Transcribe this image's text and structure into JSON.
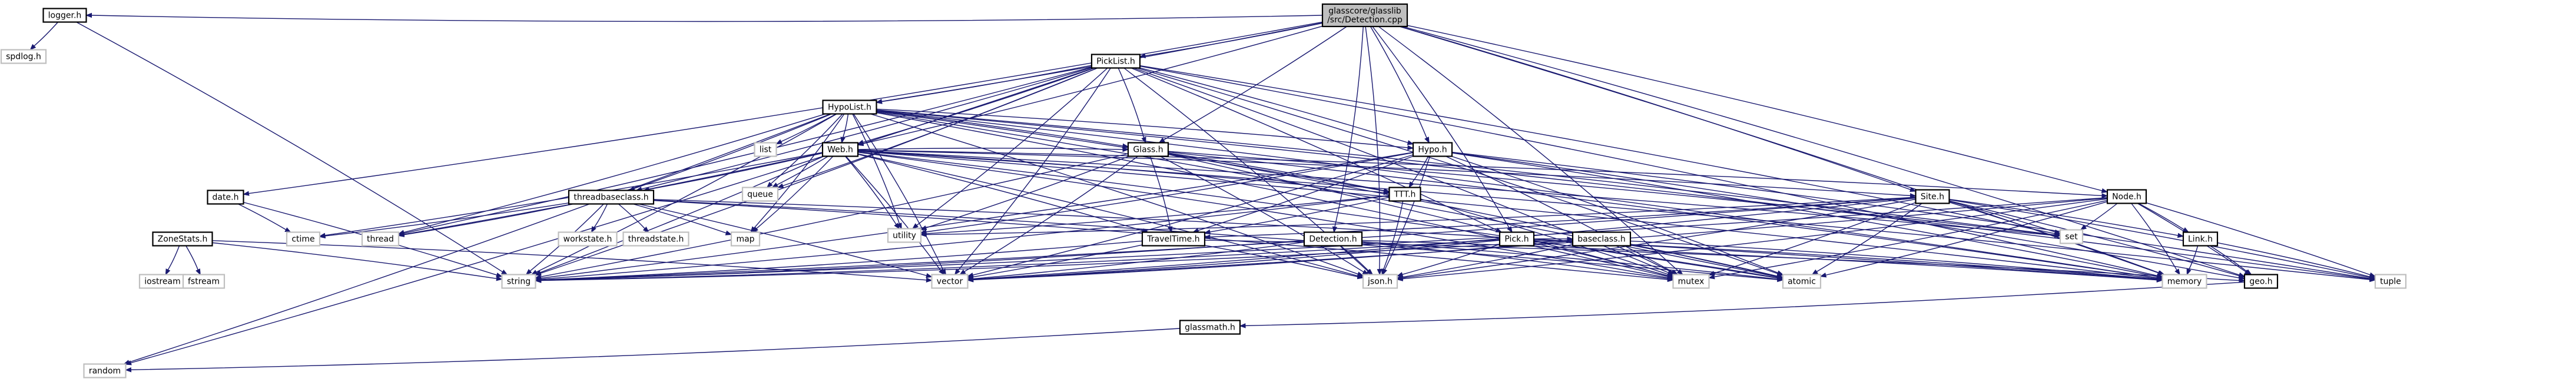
{
  "colors": {
    "edge": "#191970",
    "node_border": "#000000",
    "node_fill": "#ffffff",
    "root_fill": "#bfbfbf",
    "leaf_border": "#bfbfbf"
  },
  "nodes": [
    {
      "id": "root",
      "label": [
        "glasscore/glasslib",
        "/src/Detection.cpp"
      ],
      "kind": "root"
    },
    {
      "id": "logger",
      "label": [
        "logger.h"
      ],
      "kind": "header"
    },
    {
      "id": "spdlog",
      "label": [
        "spdlog.h"
      ],
      "kind": "system"
    },
    {
      "id": "picklist",
      "label": [
        "PickList.h"
      ],
      "kind": "header"
    },
    {
      "id": "hypolist",
      "label": [
        "HypoList.h"
      ],
      "kind": "header"
    },
    {
      "id": "web",
      "label": [
        "Web.h"
      ],
      "kind": "header"
    },
    {
      "id": "glass",
      "label": [
        "Glass.h"
      ],
      "kind": "header"
    },
    {
      "id": "hypo",
      "label": [
        "Hypo.h"
      ],
      "kind": "header"
    },
    {
      "id": "date",
      "label": [
        "date.h"
      ],
      "kind": "header"
    },
    {
      "id": "ttt",
      "label": [
        "TTT.h"
      ],
      "kind": "header"
    },
    {
      "id": "site",
      "label": [
        "Site.h"
      ],
      "kind": "header"
    },
    {
      "id": "node",
      "label": [
        "Node.h"
      ],
      "kind": "header"
    },
    {
      "id": "threadbaseclass",
      "label": [
        "threadbaseclass.h"
      ],
      "kind": "header"
    },
    {
      "id": "zonestats",
      "label": [
        "ZoneStats.h"
      ],
      "kind": "header"
    },
    {
      "id": "traveltime",
      "label": [
        "TravelTime.h"
      ],
      "kind": "header"
    },
    {
      "id": "detection",
      "label": [
        "Detection.h"
      ],
      "kind": "header"
    },
    {
      "id": "pick",
      "label": [
        "Pick.h"
      ],
      "kind": "header"
    },
    {
      "id": "baseclass",
      "label": [
        "baseclass.h"
      ],
      "kind": "header"
    },
    {
      "id": "link",
      "label": [
        "Link.h"
      ],
      "kind": "header"
    },
    {
      "id": "geo",
      "label": [
        "geo.h"
      ],
      "kind": "header"
    },
    {
      "id": "glassmath",
      "label": [
        "glassmath.h"
      ],
      "kind": "header"
    },
    {
      "id": "workstate",
      "label": [
        "workstate.h"
      ],
      "kind": "system"
    },
    {
      "id": "threadstate",
      "label": [
        "threadstate.h"
      ],
      "kind": "system"
    },
    {
      "id": "list",
      "label": [
        "list"
      ],
      "kind": "system"
    },
    {
      "id": "queue",
      "label": [
        "queue"
      ],
      "kind": "system"
    },
    {
      "id": "thread",
      "label": [
        "thread"
      ],
      "kind": "system"
    },
    {
      "id": "map",
      "label": [
        "map"
      ],
      "kind": "system"
    },
    {
      "id": "ctime",
      "label": [
        "ctime"
      ],
      "kind": "system"
    },
    {
      "id": "utility",
      "label": [
        "utility"
      ],
      "kind": "system"
    },
    {
      "id": "set",
      "label": [
        "set"
      ],
      "kind": "system"
    },
    {
      "id": "iostream",
      "label": [
        "iostream"
      ],
      "kind": "system"
    },
    {
      "id": "fstream",
      "label": [
        "fstream"
      ],
      "kind": "system"
    },
    {
      "id": "string",
      "label": [
        "string"
      ],
      "kind": "system"
    },
    {
      "id": "vector",
      "label": [
        "vector"
      ],
      "kind": "system"
    },
    {
      "id": "json",
      "label": [
        "json.h"
      ],
      "kind": "system"
    },
    {
      "id": "mutex",
      "label": [
        "mutex"
      ],
      "kind": "system"
    },
    {
      "id": "atomic",
      "label": [
        "atomic"
      ],
      "kind": "system"
    },
    {
      "id": "memory",
      "label": [
        "memory"
      ],
      "kind": "system"
    },
    {
      "id": "tuple",
      "label": [
        "tuple"
      ],
      "kind": "system"
    },
    {
      "id": "random",
      "label": [
        "random"
      ],
      "kind": "system"
    }
  ],
  "edges": [
    [
      "root",
      "logger"
    ],
    [
      "root",
      "picklist"
    ],
    [
      "root",
      "hypolist"
    ],
    [
      "root",
      "web"
    ],
    [
      "root",
      "glass"
    ],
    [
      "root",
      "hypo"
    ],
    [
      "root",
      "date"
    ],
    [
      "root",
      "site"
    ],
    [
      "root",
      "node"
    ],
    [
      "root",
      "detection"
    ],
    [
      "root",
      "pick"
    ],
    [
      "root",
      "geo"
    ],
    [
      "root",
      "json"
    ],
    [
      "root",
      "mutex"
    ],
    [
      "root",
      "memory"
    ],
    [
      "logger",
      "spdlog"
    ],
    [
      "logger",
      "string"
    ],
    [
      "picklist",
      "hypolist"
    ],
    [
      "picklist",
      "glass"
    ],
    [
      "picklist",
      "web"
    ],
    [
      "picklist",
      "hypo"
    ],
    [
      "picklist",
      "threadbaseclass"
    ],
    [
      "picklist",
      "pick"
    ],
    [
      "picklist",
      "string"
    ],
    [
      "picklist",
      "vector"
    ],
    [
      "picklist",
      "utility"
    ],
    [
      "picklist",
      "thread"
    ],
    [
      "picklist",
      "queue"
    ],
    [
      "picklist",
      "set"
    ],
    [
      "picklist",
      "mutex"
    ],
    [
      "picklist",
      "atomic"
    ],
    [
      "picklist",
      "memory"
    ],
    [
      "picklist",
      "random"
    ],
    [
      "picklist",
      "json"
    ],
    [
      "hypolist",
      "glass"
    ],
    [
      "hypolist",
      "web"
    ],
    [
      "hypolist",
      "hypo"
    ],
    [
      "hypolist",
      "threadbaseclass"
    ],
    [
      "hypolist",
      "list"
    ],
    [
      "hypolist",
      "queue"
    ],
    [
      "hypolist",
      "map"
    ],
    [
      "hypolist",
      "thread"
    ],
    [
      "hypolist",
      "string"
    ],
    [
      "hypolist",
      "vector"
    ],
    [
      "hypolist",
      "utility"
    ],
    [
      "hypolist",
      "set"
    ],
    [
      "hypolist",
      "mutex"
    ],
    [
      "hypolist",
      "memory"
    ],
    [
      "hypolist",
      "random"
    ],
    [
      "hypolist",
      "json"
    ],
    [
      "hypolist",
      "ttt"
    ],
    [
      "hypolist",
      "tuple"
    ],
    [
      "hypolist",
      "atomic"
    ],
    [
      "web",
      "threadbaseclass"
    ],
    [
      "web",
      "glass"
    ],
    [
      "web",
      "site"
    ],
    [
      "web",
      "node"
    ],
    [
      "web",
      "ttt"
    ],
    [
      "web",
      "traveltime"
    ],
    [
      "web",
      "queue"
    ],
    [
      "web",
      "map"
    ],
    [
      "web",
      "thread"
    ],
    [
      "web",
      "string"
    ],
    [
      "web",
      "vector"
    ],
    [
      "web",
      "utility"
    ],
    [
      "web",
      "mutex"
    ],
    [
      "web",
      "memory"
    ],
    [
      "web",
      "tuple"
    ],
    [
      "web",
      "json"
    ],
    [
      "web",
      "ctime"
    ],
    [
      "web",
      "atomic"
    ],
    [
      "web",
      "set"
    ],
    [
      "glass",
      "ttt"
    ],
    [
      "glass",
      "traveltime"
    ],
    [
      "glass",
      "json"
    ],
    [
      "glass",
      "vector"
    ],
    [
      "glass",
      "string"
    ],
    [
      "glass",
      "mutex"
    ],
    [
      "glass",
      "memory"
    ],
    [
      "glass",
      "atomic"
    ],
    [
      "glass",
      "set"
    ],
    [
      "glass",
      "utility"
    ],
    [
      "hypo",
      "ttt"
    ],
    [
      "hypo",
      "traveltime"
    ],
    [
      "hypo",
      "json"
    ],
    [
      "hypo",
      "vector"
    ],
    [
      "hypo",
      "string"
    ],
    [
      "hypo",
      "mutex"
    ],
    [
      "hypo",
      "memory"
    ],
    [
      "hypo",
      "tuple"
    ],
    [
      "hypo",
      "geo"
    ],
    [
      "hypo",
      "atomic"
    ],
    [
      "hypo",
      "utility"
    ],
    [
      "date",
      "ctime"
    ],
    [
      "date",
      "string"
    ],
    [
      "ttt",
      "traveltime"
    ],
    [
      "ttt",
      "string"
    ],
    [
      "ttt",
      "mutex"
    ],
    [
      "ttt",
      "json"
    ],
    [
      "ttt",
      "utility"
    ],
    [
      "site",
      "traveltime"
    ],
    [
      "site",
      "link"
    ],
    [
      "site",
      "geo"
    ],
    [
      "site",
      "string"
    ],
    [
      "site",
      "vector"
    ],
    [
      "site",
      "mutex"
    ],
    [
      "site",
      "memory"
    ],
    [
      "site",
      "json"
    ],
    [
      "site",
      "atomic"
    ],
    [
      "site",
      "set"
    ],
    [
      "site",
      "utility"
    ],
    [
      "site",
      "tuple"
    ],
    [
      "node",
      "link"
    ],
    [
      "node",
      "geo"
    ],
    [
      "node",
      "string"
    ],
    [
      "node",
      "vector"
    ],
    [
      "node",
      "mutex"
    ],
    [
      "node",
      "memory"
    ],
    [
      "node",
      "json"
    ],
    [
      "node",
      "atomic"
    ],
    [
      "node",
      "set"
    ],
    [
      "node",
      "tuple"
    ],
    [
      "threadbaseclass",
      "workstate"
    ],
    [
      "threadbaseclass",
      "threadstate"
    ],
    [
      "threadbaseclass",
      "thread"
    ],
    [
      "threadbaseclass",
      "map"
    ],
    [
      "threadbaseclass",
      "string"
    ],
    [
      "threadbaseclass",
      "vector"
    ],
    [
      "threadbaseclass",
      "mutex"
    ],
    [
      "threadbaseclass",
      "atomic"
    ],
    [
      "threadbaseclass",
      "ctime"
    ],
    [
      "threadbaseclass",
      "memory"
    ],
    [
      "zonestats",
      "iostream"
    ],
    [
      "zonestats",
      "fstream"
    ],
    [
      "zonestats",
      "string"
    ],
    [
      "zonestats",
      "vector"
    ],
    [
      "traveltime",
      "string"
    ],
    [
      "traveltime",
      "vector"
    ],
    [
      "traveltime",
      "json"
    ],
    [
      "traveltime",
      "geo"
    ],
    [
      "detection",
      "json"
    ],
    [
      "detection",
      "string"
    ],
    [
      "detection",
      "vector"
    ],
    [
      "detection",
      "memory"
    ],
    [
      "detection",
      "mutex"
    ],
    [
      "detection",
      "atomic"
    ],
    [
      "pick",
      "json"
    ],
    [
      "pick",
      "string"
    ],
    [
      "pick",
      "vector"
    ],
    [
      "pick",
      "memory"
    ],
    [
      "pick",
      "mutex"
    ],
    [
      "pick",
      "atomic"
    ],
    [
      "pick",
      "baseclass"
    ],
    [
      "baseclass",
      "json"
    ],
    [
      "baseclass",
      "string"
    ],
    [
      "baseclass",
      "vector"
    ],
    [
      "baseclass",
      "memory"
    ],
    [
      "baseclass",
      "mutex"
    ],
    [
      "baseclass",
      "atomic"
    ],
    [
      "link",
      "memory"
    ],
    [
      "link",
      "tuple"
    ],
    [
      "link",
      "geo"
    ],
    [
      "geo",
      "glassmath"
    ],
    [
      "glassmath",
      "random"
    ]
  ]
}
